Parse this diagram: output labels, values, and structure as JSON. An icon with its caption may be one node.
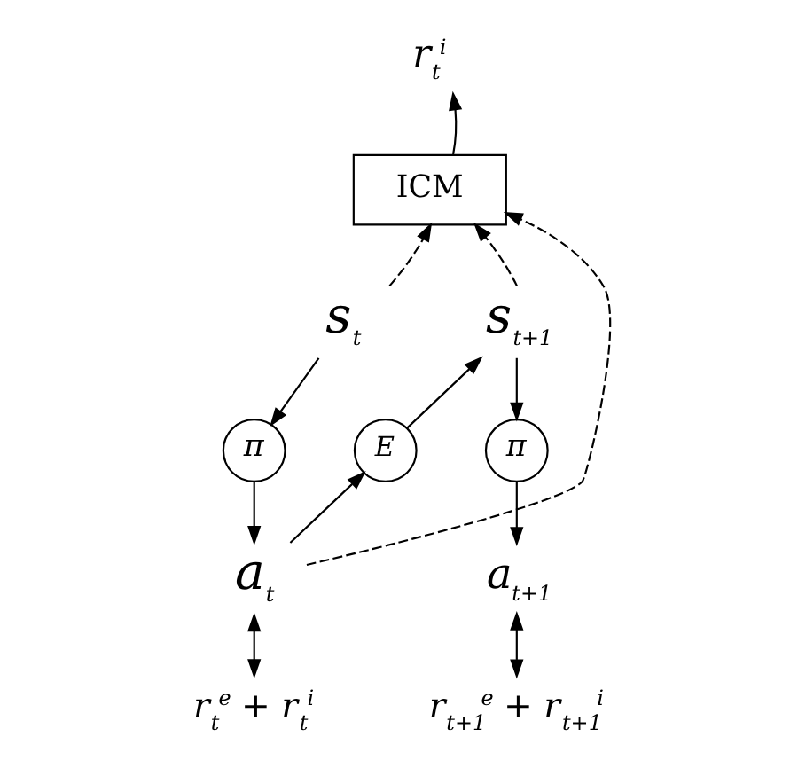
{
  "diagram": {
    "nodes": [
      {
        "text": [
          "r$_{t}$$^{i}$"
        ]
      },
      {
        "text": [
          "ICM"
        ]
      },
      {
        "text": [
          "s$_{t}$"
        ]
      },
      {
        "text": [
          "π"
        ]
      },
      {
        "text": [
          "a$_{t}$"
        ]
      },
      {
        "text": [
          "E"
        ]
      },
      {
        "text": [
          "s$_{t+1}$"
        ]
      },
      {
        "text": [
          "π"
        ]
      },
      {
        "text": [
          "a$_{t+1}$"
        ]
      },
      {
        "text": [
          "r$_{t}$$^{e}$ + r$_{t}$$^{i}$"
        ]
      },
      {
        "text": [
          "r$_{t+1}$$^{e}$ + r$_{t+1}$$^{i}$"
        ]
      }
    ],
    "edges": [
      {
        "from": 1,
        "to": 0,
        "arrow": "to"
      },
      {
        "from": 2,
        "to": 1,
        "arrow": "to",
        "style": "dashed"
      },
      {
        "from": 4,
        "to": 1,
        "arrow": "to",
        "style": "dashed"
      },
      {
        "from": 6,
        "to": 1,
        "arrow": "to",
        "style": "dashed"
      },
      {
        "from": 2,
        "to": 3,
        "arrow": "to"
      },
      {
        "from": 3,
        "to": 4,
        "arrow": "to"
      },
      {
        "from": 4,
        "to": 5,
        "arrow": "to"
      },
      {
        "from": 5,
        "to": 6,
        "arrow": "to"
      },
      {
        "from": 6,
        "to": 7,
        "arrow": "to"
      },
      {
        "from": 7,
        "to": 8,
        "arrow": "to"
      },
      {
        "from": 4,
        "to": 9,
        "arrow": "both"
      },
      {
        "from": 8,
        "to": 10,
        "arrow": "both"
      }
    ]
  }
}
